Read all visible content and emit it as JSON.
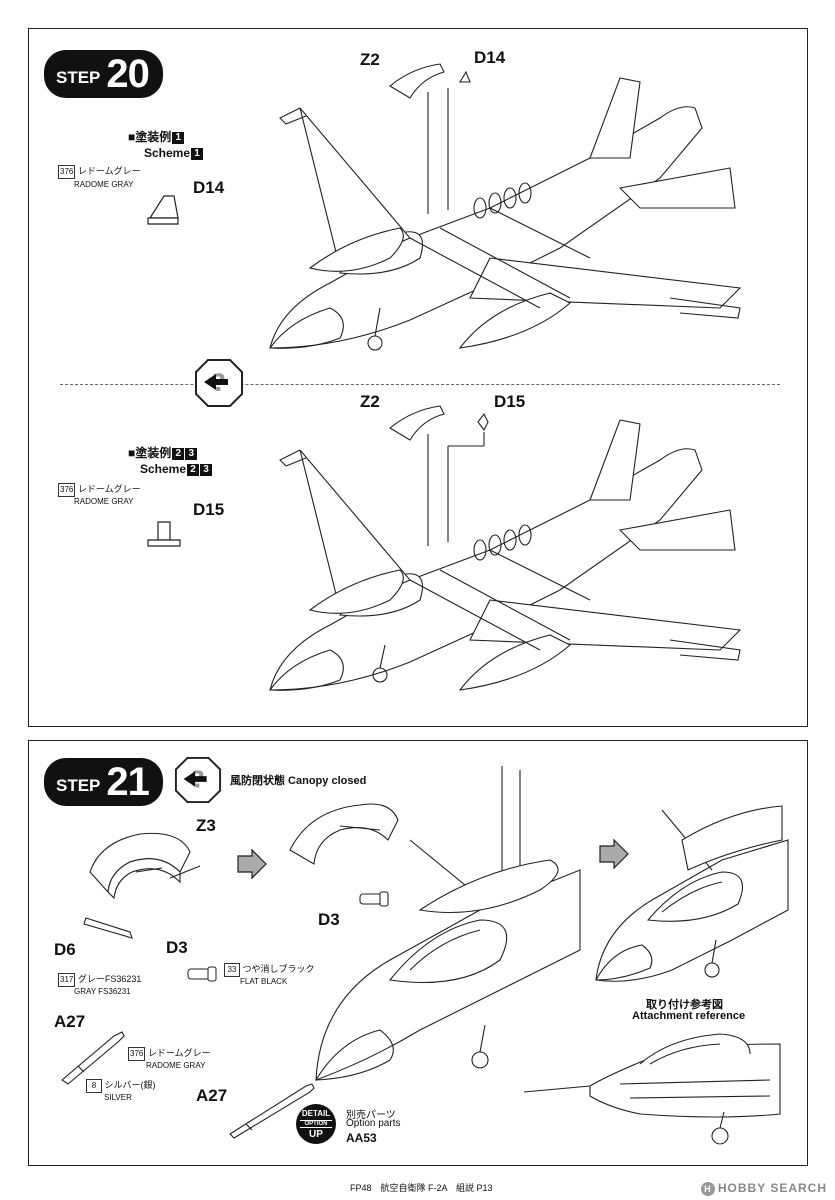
{
  "step20": {
    "step_label": "STEP",
    "step_number": "20",
    "top": {
      "scheme_jp": "■塗装例",
      "scheme_en": "Scheme",
      "scheme_nums": [
        "1"
      ],
      "paint_code": "376",
      "paint_jp": "レドームグレー",
      "paint_en": "RADOME GRAY",
      "part_left": "D14",
      "part_z": "Z2",
      "part_d": "D14"
    },
    "bottom": {
      "scheme_jp": "■塗装例",
      "scheme_en": "Scheme",
      "scheme_nums": [
        "2",
        "3"
      ],
      "paint_code": "376",
      "paint_jp": "レドームグレー",
      "paint_en": "RADOME GRAY",
      "part_left": "D15",
      "part_z": "Z2",
      "part_d": "D15"
    }
  },
  "step21": {
    "step_label": "STEP",
    "step_number": "21",
    "canopy_caption": "風防閉状態 Canopy closed",
    "parts": {
      "z3": "Z3",
      "d6": "D6",
      "d3_small": "D3",
      "d3_large": "D3",
      "a27_left": "A27",
      "a27_bottom": "A27"
    },
    "paint_gray": {
      "code": "317",
      "jp": "グレーFS36231",
      "en": "GRAY FS36231"
    },
    "paint_black": {
      "code": "33",
      "jp": "つや消しブラック",
      "en": "FLAT BLACK"
    },
    "paint_radome": {
      "code": "376",
      "jp": "レドームグレー",
      "en": "RADOME GRAY"
    },
    "paint_silver": {
      "code": "8",
      "jp": "シルバー(銀)",
      "en": "SILVER"
    },
    "attachment_jp": "取り付け参考図",
    "attachment_en": "Attachment reference",
    "detail_badge": {
      "line1": "DETAIL",
      "line2": "OPTION",
      "line3": "UP"
    },
    "option_jp": "別売パーツ",
    "option_en": "Option parts",
    "option_code": "AA53"
  },
  "footer": "FP48　航空自衛隊 F-2A　組説 P13",
  "watermark": "HOBBY SEARCH"
}
